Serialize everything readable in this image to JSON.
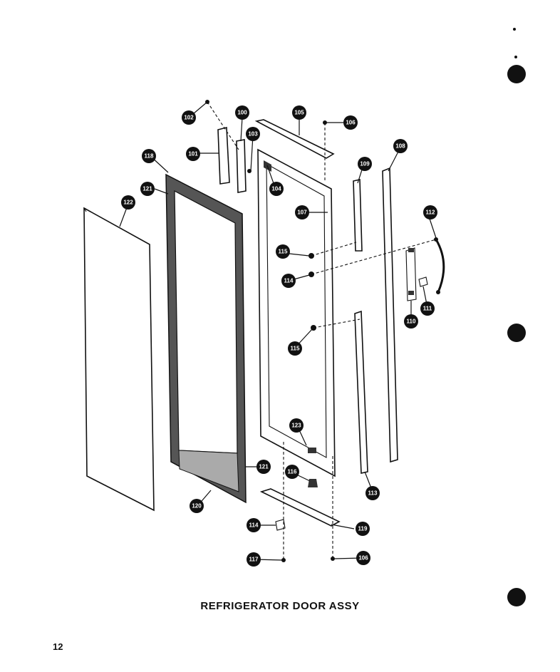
{
  "diagram": {
    "title": "REFRIGERATOR DOOR ASSY",
    "page_number": "12",
    "callouts": [
      "100",
      "101",
      "102",
      "103",
      "104",
      "105",
      "106",
      "107",
      "108",
      "109",
      "110",
      "111",
      "112",
      "113",
      "114",
      "115",
      "115",
      "116",
      "117",
      "118",
      "119",
      "120",
      "121",
      "121",
      "122",
      "123"
    ]
  }
}
